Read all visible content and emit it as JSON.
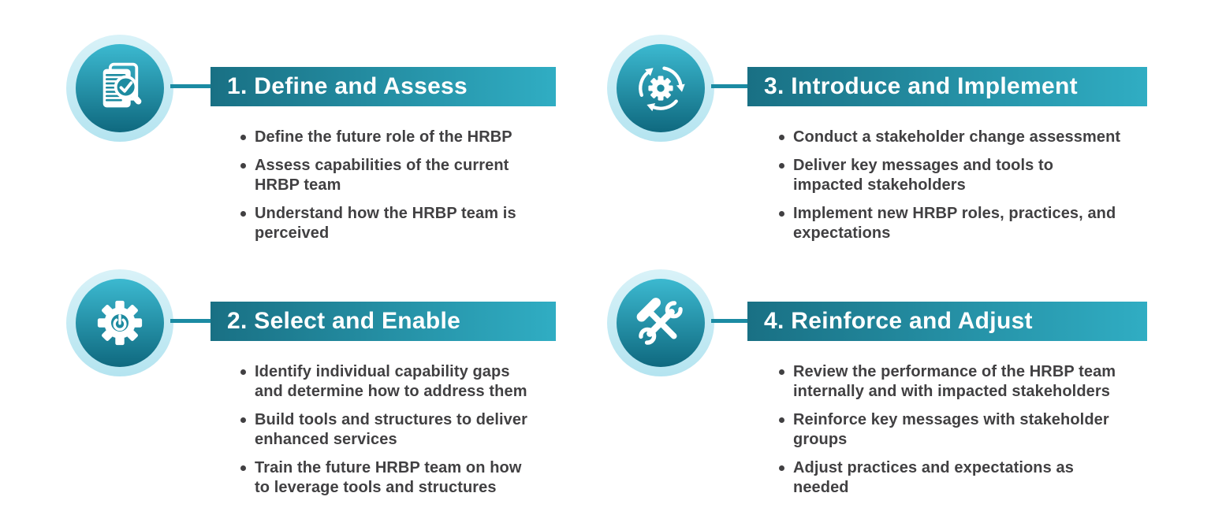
{
  "colors": {
    "background": "#ffffff",
    "banner_gradient_start": "#197084",
    "banner_gradient_end": "#30adc3",
    "circle_gradient_start": "#3cb9d0",
    "circle_gradient_end": "#0f697f",
    "circle_ring": "#c9ebf4",
    "connector": "#1b8ba3",
    "title_text": "#ffffff",
    "bullet_text": "#414042"
  },
  "steps": [
    {
      "title": "1. Define and Assess",
      "icon": "document-magnifier-check-icon",
      "bullets": [
        "Define the future role of the HRBP",
        "Assess capabilities of the current\nHRBP team",
        "Understand how the HRBP team is\nperceived"
      ]
    },
    {
      "title": "2. Select and Enable",
      "icon": "gear-power-icon",
      "bullets": [
        "Identify individual capability gaps\nand determine how to address them",
        "Build tools and structures to deliver\nenhanced services",
        "Train the future HRBP team on how\nto leverage tools and structures"
      ]
    },
    {
      "title": "3. Introduce and Implement",
      "icon": "gear-cycle-arrows-icon",
      "bullets": [
        "Conduct a stakeholder change assessment",
        "Deliver key messages and tools to\nimpacted stakeholders",
        "Implement new HRBP roles, practices, and\nexpectations"
      ]
    },
    {
      "title": "4. Reinforce and Adjust",
      "icon": "hammer-wrench-icon",
      "bullets": [
        "Review the performance of the HRBP team\ninternally and with impacted stakeholders",
        "Reinforce key messages with stakeholder\ngroups",
        "Adjust practices and expectations as\nneeded"
      ]
    }
  ]
}
